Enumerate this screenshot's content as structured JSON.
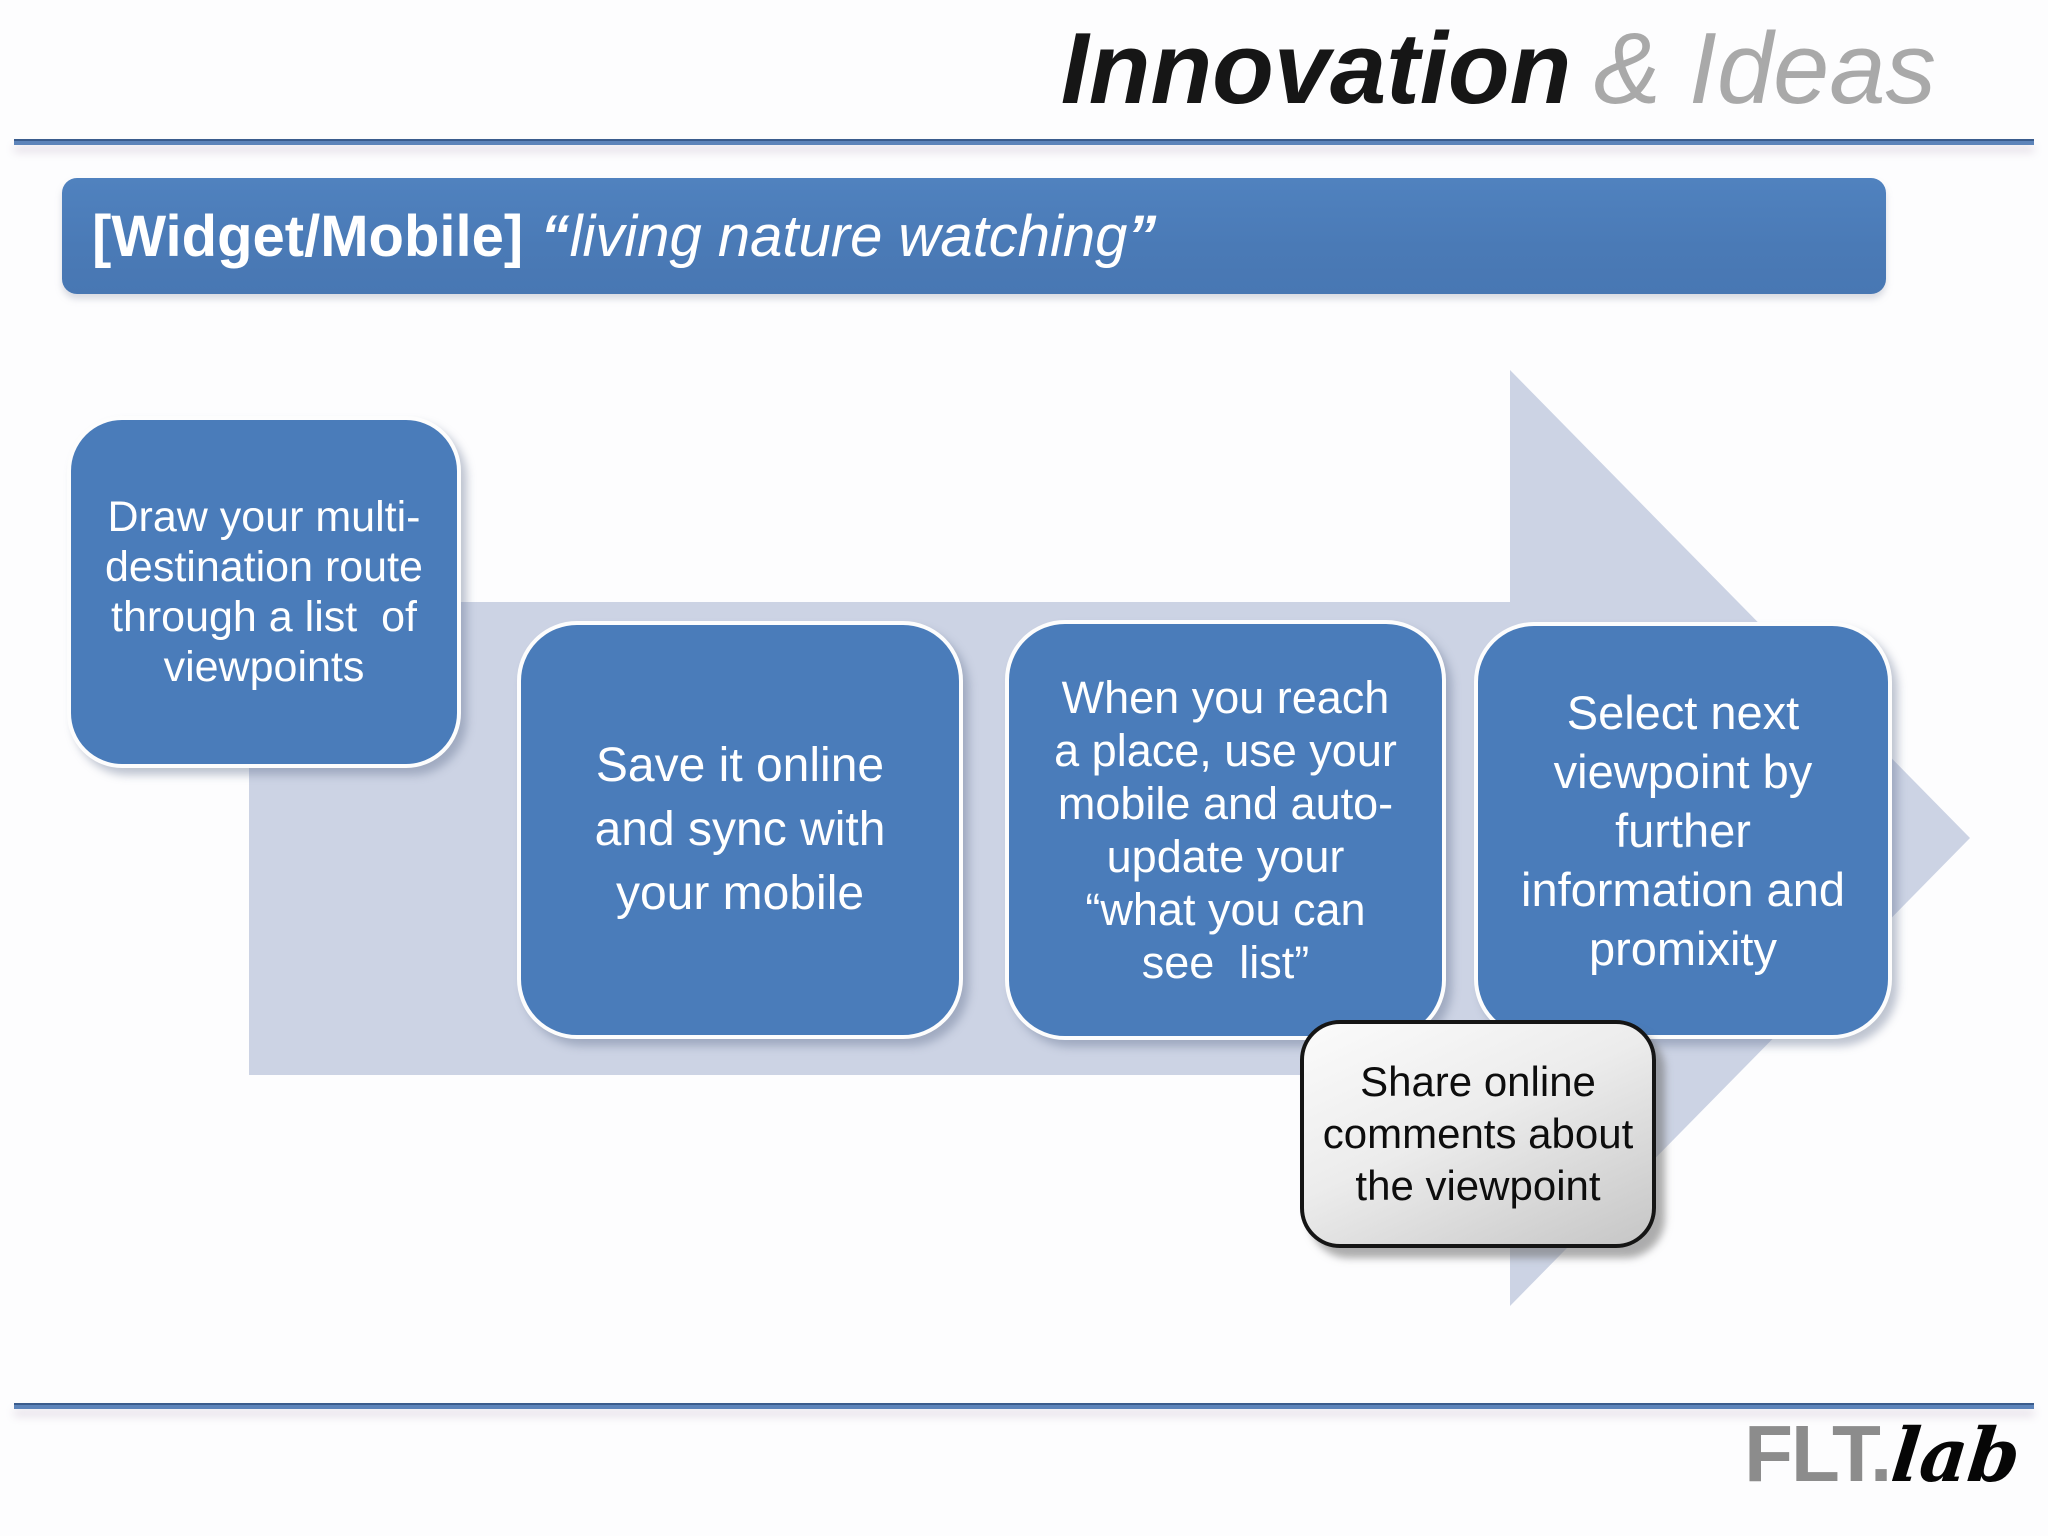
{
  "slide": {
    "title": {
      "primary": "Innovation",
      "secondary": "& Ideas"
    },
    "banner": {
      "label": "[Widget/Mobile]",
      "quote_open": "“",
      "quote_text": "living nature watching",
      "quote_close": "”"
    },
    "process": {
      "steps": [
        {
          "text": "Draw your multi-\ndestination route\nthrough a list  of\nviewpoints"
        },
        {
          "text": "Save it online\nand sync with\nyour mobile"
        },
        {
          "text": "When you reach\na place, use your\nmobile and auto-\nupdate your\n“what you can\nsee  list”"
        },
        {
          "text": "Select next\nviewpoint by\nfurther\ninformation and\npromixity"
        }
      ],
      "callout": {
        "text": "Share online\ncomments about\nthe viewpoint"
      }
    },
    "logo": {
      "brand": "FLT.",
      "sub": "lab"
    },
    "colors": {
      "accent_blue": "#4a7cba",
      "arrow_fill": "#ccd3e4",
      "rule_blue": "#5d84ba",
      "title_gray": "#a9a9a9",
      "callout_border": "#151515",
      "logo_gray": "#8c8c8c"
    }
  }
}
